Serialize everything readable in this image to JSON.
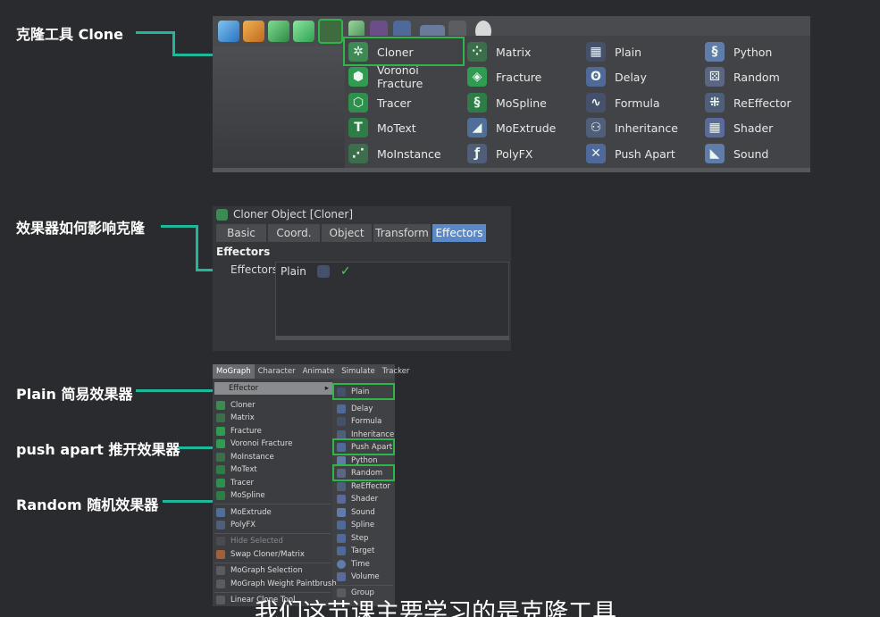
{
  "annotations": {
    "clone": "克隆工具 Clone",
    "effectors": "效果器如何影响克隆",
    "plain": "Plain 简易效果器",
    "push_apart": "push apart 推开效果器",
    "random": "Random 随机效果器"
  },
  "mograph_dropdown": {
    "col1": [
      "Cloner",
      "Voronoi Fracture",
      "Tracer",
      "MoText",
      "MoInstance"
    ],
    "col2": [
      "Matrix",
      "Fracture",
      "MoSpline",
      "MoExtrude",
      "PolyFX"
    ],
    "col3": [
      "Plain",
      "Delay",
      "Formula",
      "Inheritance",
      "Push Apart"
    ],
    "col4": [
      "Python",
      "Random",
      "ReEffector",
      "Shader",
      "Sound"
    ]
  },
  "cloner_panel": {
    "title": "Cloner Object [Cloner]",
    "tabs": [
      "Basic",
      "Coord.",
      "Object",
      "Transform",
      "Effectors"
    ],
    "section": "Effectors",
    "field_label": "Effectors",
    "list_item": "Plain"
  },
  "mograph_menu": {
    "menubar": [
      "MoGraph",
      "Character",
      "Animate",
      "Simulate",
      "Tracker"
    ],
    "effector_label": "Effector",
    "left_items": [
      "Cloner",
      "Matrix",
      "Fracture",
      "Voronoi Fracture",
      "MoInstance",
      "MoText",
      "Tracer",
      "MoSpline",
      "MoExtrude",
      "PolyFX",
      "Hide Selected",
      "Swap Cloner/Matrix",
      "MoGraph Selection",
      "MoGraph Weight Paintbrush",
      "Linear Clone Tool"
    ],
    "right_items": [
      "Plain",
      "Delay",
      "Formula",
      "Inheritance",
      "Push Apart",
      "Python",
      "Random",
      "ReEffector",
      "Shader",
      "Sound",
      "Spline",
      "Step",
      "Target",
      "Time",
      "Volume",
      "Group"
    ]
  },
  "subtitle": "我们这节课主要学习的是克隆工具",
  "colors": {
    "accent_green": "#2fb54a",
    "connector": "#1fb89a",
    "tab_active": "#5b88c6"
  }
}
